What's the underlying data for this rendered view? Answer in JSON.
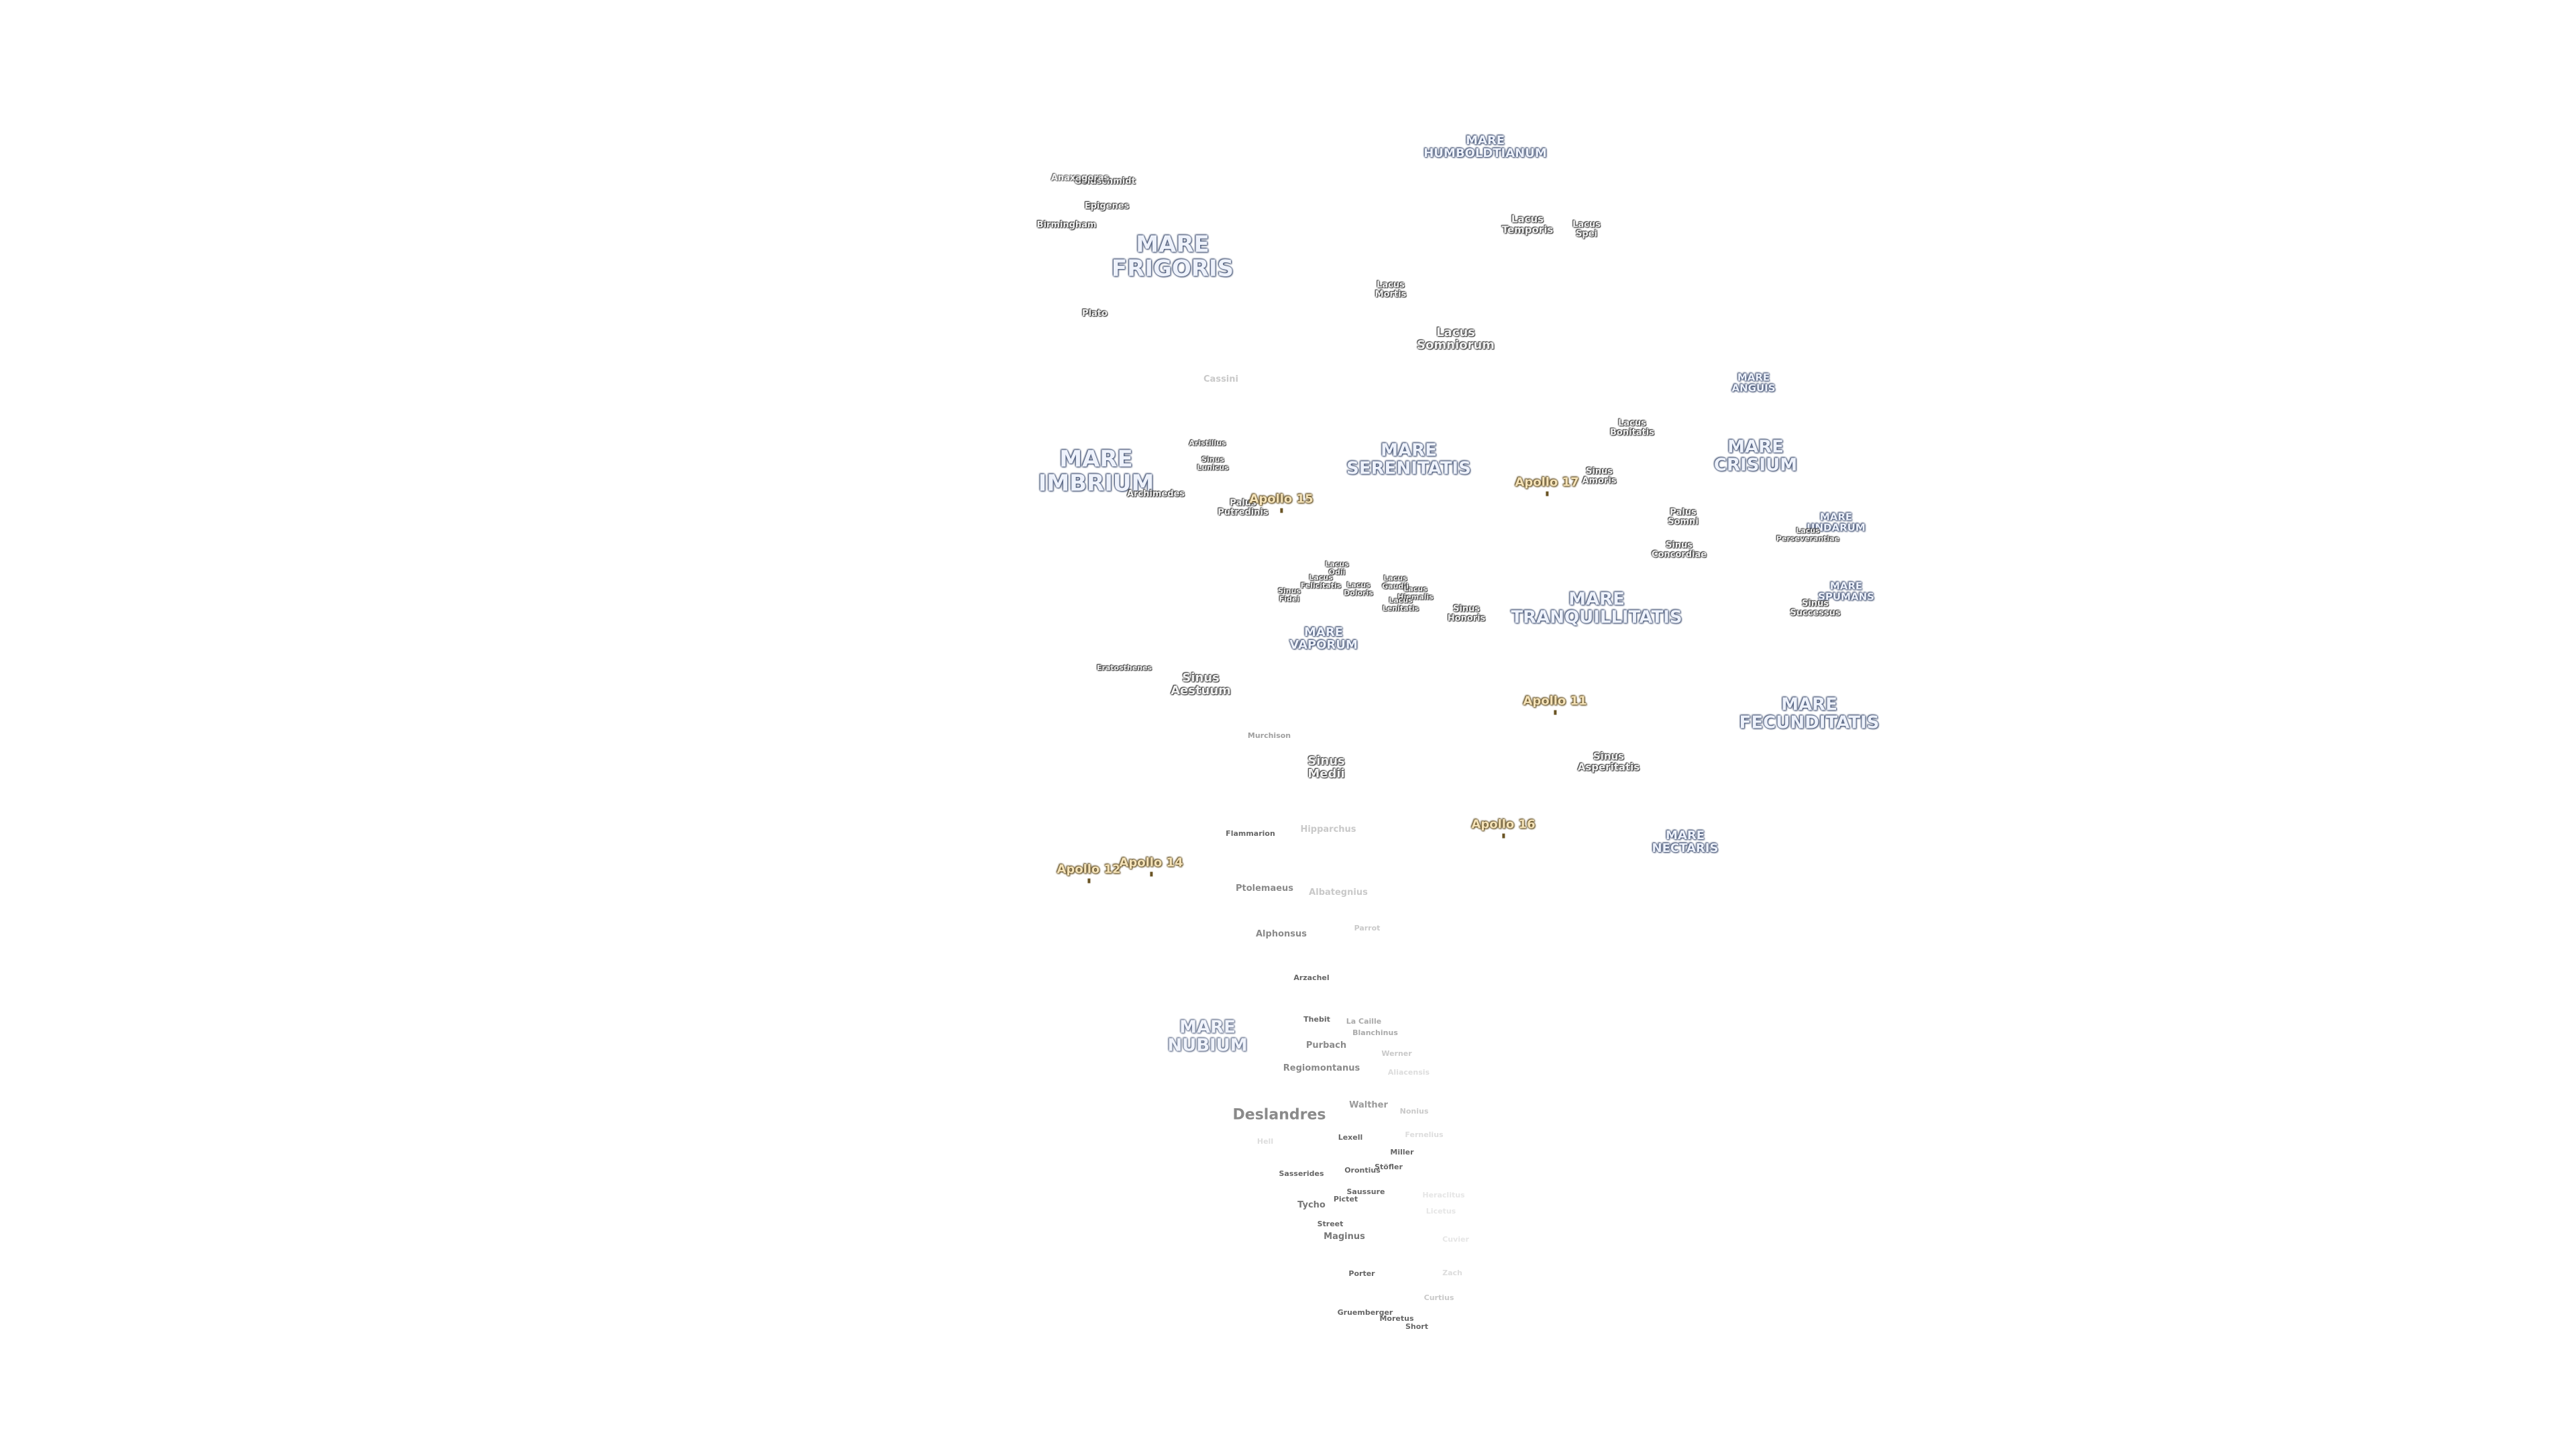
{
  "labels": {
    "mare_frigoris": "MARE\nFRIGORIS",
    "mare_imbrium": "MARE\nIMBRIUM",
    "mare_serenitatis": "MARE\nSERENITATIS",
    "mare_tranquillitatis": "MARE\nTRANQUILLITATIS",
    "mare_crisium": "MARE\nCRISIUM",
    "mare_fecunditatis": "MARE\nFECUNDITATIS",
    "mare_nectaris": "MARE\nNECTARIS",
    "mare_nubium": "MARE\nNUBIUM",
    "mare_vaporum": "MARE\nVAPORUM",
    "mare_humboldtianum": "MARE\nHUMBOLDTIANUM",
    "mare_anguis": "MARE\nANGUIS",
    "mare_undarum": "MARE\nUNDARUM",
    "mare_spumans": "MARE\nSPUMANS",
    "lacus_somniorum": "Lacus\nSomniorum",
    "lacus_temporis": "Lacus\nTemporis",
    "lacus_spei": "Lacus\nSpei",
    "lacus_mortis": "Lacus\nMortis",
    "lacus_bonitatis": "Lacus\nBonitatis",
    "lacus_odii": "Lacus\nOdii",
    "lacus_felicitatis": "Lacus\nFelicitatis",
    "lacus_doloris": "Lacus\nDoloris",
    "lacus_gaudii": "Lacus\nGaudii",
    "lacus_hiemalis": "Lacus\nHiemalis",
    "lacus_lenitatis": "Lacus\nLenitatis",
    "lacus_perseverantiae": "Lacus\nPerseverantiae",
    "sinus_amoris": "Sinus\nAmoris",
    "sinus_concordiae": "Sinus\nConcordiae",
    "sinus_aestuum": "Sinus\nAestuum",
    "sinus_medii": "Sinus\nMedii",
    "sinus_asperitatis": "Sinus\nAsperitatis",
    "sinus_honoris": "Sinus\nHonoris",
    "sinus_lunicus": "Sinus\nLunicus",
    "sinus_fidei": "Sinus\nFidei",
    "sinus_successus": "Sinus\nSuccessus",
    "palus_somni": "Palus\nSomni",
    "palus_putredinis": "Palus\nPutredinis",
    "apollo_11": "Apollo 11",
    "apollo_12": "Apollo 12",
    "apollo_14": "Apollo 14",
    "apollo_15": "Apollo 15",
    "apollo_16": "Apollo 16",
    "apollo_17": "Apollo 17",
    "goldschmidt": "Goldschmidt",
    "anaxagoras": "Anaxagoras",
    "epigenes": "Epigenes",
    "birmingham": "Birmingham",
    "plato": "Plato",
    "cassini": "Cassini",
    "aristillus": "Aristillus",
    "archimedes": "Archimedes",
    "eratosthenes": "Eratosthenes",
    "murchison": "Murchison",
    "flammarion": "Flammarion",
    "hipparchus": "Hipparchus",
    "ptolemaeus": "Ptolemaeus",
    "albategnius": "Albategnius",
    "alphonsus": "Alphonsus",
    "parrot": "Parrot",
    "arzachel": "Arzachel",
    "thebit": "Thebit",
    "purbach": "Purbach",
    "la_caille": "La Caille",
    "blanchinus": "Blanchinus",
    "werner": "Werner",
    "aliacensis": "Aliacensis",
    "regiomontanus": "Regiomontanus",
    "walther": "Walther",
    "deslandres": "Deslandres",
    "nonius": "Nonius",
    "fernelius": "Fernelius",
    "lexell": "Lexell",
    "hell": "Hell",
    "miller": "Miller",
    "orontius": "Orontius",
    "saussure": "Saussure",
    "stofler": "Stöfler",
    "sasserides": "Sasserides",
    "tycho": "Tycho",
    "pictet": "Pictet",
    "street": "Street",
    "maginus": "Maginus",
    "porter": "Porter",
    "gruemberger": "Gruemberger",
    "moretus": "Moretus",
    "short": "Short",
    "curtius": "Curtius",
    "licetus": "Licetus",
    "heraclitus": "Heraclitus",
    "cuvier": "Cuvier",
    "zach": "Zach"
  }
}
